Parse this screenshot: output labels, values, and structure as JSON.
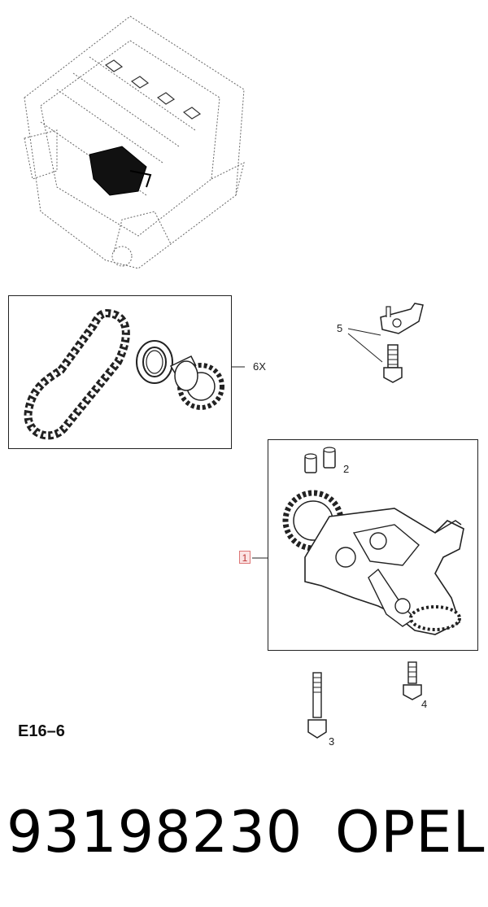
{
  "callouts": {
    "kit_qty": "6X",
    "part_1": "1",
    "part_2": "2",
    "part_3": "3",
    "part_4": "4",
    "part_5": "5"
  },
  "group_code": "E16–6",
  "footer": {
    "part_number": "93198230",
    "brand": "OPEL"
  },
  "colors": {
    "line": "#222222",
    "highlight": "#cc4444"
  }
}
